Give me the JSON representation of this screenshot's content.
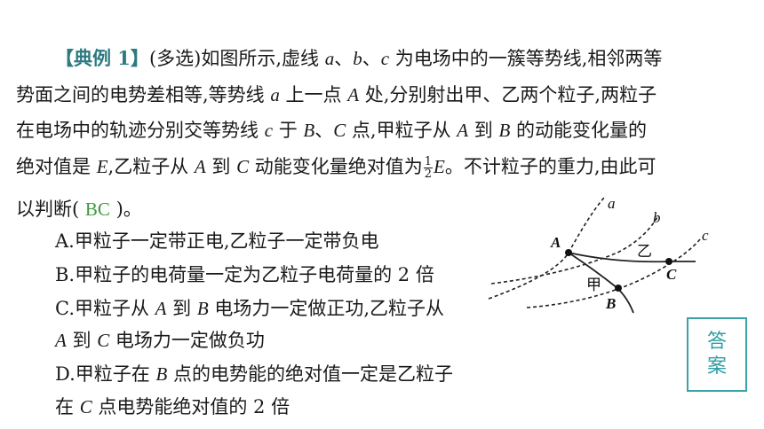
{
  "question": {
    "l1_bracket": "【典例 1】",
    "l1_text": "(多选)如图所示,虚线 ",
    "v_a": "a",
    "sep1": "、",
    "v_b": "b",
    "sep2": "、",
    "v_c": "c",
    "l1_tail": " 为电场中的一簇等势线,相邻两等",
    "l2": "势面之间的电势差相等,等势线 ",
    "l2_a": "a",
    "l2_mid": " 上一点 ",
    "l2_A": "A",
    "l2_tail": " 处,分别射出甲、乙两个粒子,两粒子",
    "l3_pre": "在电场中的轨迹分别交等势线 ",
    "l3_c": "c",
    "l3_mid1": " 于 ",
    "l3_B": "B",
    "l3_mid2": "、",
    "l3_C": "C",
    "l3_mid3": " 点,甲粒子从 ",
    "l3_A": "A",
    "l3_mid4": " 到 ",
    "l3_B2": "B",
    "l3_tail": " 的动能变化量的",
    "l4_pre": "绝对值是 ",
    "l4_E": "E",
    "l4_mid1": ",乙粒子从 ",
    "l4_A": "A",
    "l4_mid2": " 到 ",
    "l4_C": "C",
    "l4_mid3": " 动能变化量绝对值为",
    "frac_num": "1",
    "frac_den": "2",
    "l4_E2": "E",
    "l4_tail": "。不计粒子的重力,由此可",
    "l5_pre": "以判断( ",
    "answer": "BC",
    "l5_tail": " )。"
  },
  "options": {
    "a": "A.甲粒子一定带正电,乙粒子一定带负电",
    "b": "B.甲粒子的电荷量一定为乙粒子电荷量的 2 倍",
    "c1_pre": "C.甲粒子从 ",
    "c1_A": "A",
    "c1_mid": " 到 ",
    "c1_B": "B",
    "c1_tail": " 电场力一定做正功,乙粒子从",
    "c2_A": "A",
    "c2_mid": " 到 ",
    "c2_C": "C",
    "c2_tail": " 电场力一定做负功",
    "d1_pre": "D.甲粒子在 ",
    "d1_B": "B",
    "d1_tail": " 点的电势能的绝对值一定是乙粒子",
    "d2_pre": "在 ",
    "d2_C": "C",
    "d2_tail": " 点电势能绝对值的 2 倍"
  },
  "diagram": {
    "label_a": "a",
    "label_b": "b",
    "label_c": "c",
    "point_A": "A",
    "point_B": "B",
    "point_C": "C",
    "label_jia": "甲",
    "label_yi": "乙"
  },
  "answer_button": {
    "line1": "答",
    "line2": "案"
  },
  "colors": {
    "accent": "#3aa3a8",
    "answer": "#3c9a3c",
    "bracket": "#2e7a82"
  }
}
